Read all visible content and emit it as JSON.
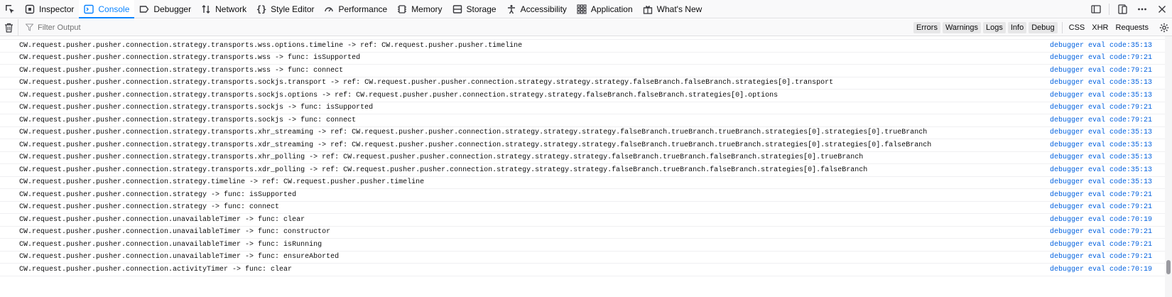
{
  "toolbar": {
    "tabs": [
      {
        "label": "Inspector",
        "icon": "inspector-icon"
      },
      {
        "label": "Console",
        "icon": "console-icon"
      },
      {
        "label": "Debugger",
        "icon": "debugger-icon"
      },
      {
        "label": "Network",
        "icon": "network-icon"
      },
      {
        "label": "Style Editor",
        "icon": "style-editor-icon"
      },
      {
        "label": "Performance",
        "icon": "performance-icon"
      },
      {
        "label": "Memory",
        "icon": "memory-icon"
      },
      {
        "label": "Storage",
        "icon": "storage-icon"
      },
      {
        "label": "Accessibility",
        "icon": "accessibility-icon"
      },
      {
        "label": "Application",
        "icon": "application-icon"
      },
      {
        "label": "What's New",
        "icon": "gift-icon"
      }
    ],
    "active_tab": "Console",
    "accent_color": "#0a84ff"
  },
  "filterbar": {
    "placeholder": "Filter Output",
    "levels": [
      "Errors",
      "Warnings",
      "Logs",
      "Info",
      "Debug"
    ],
    "types": [
      "CSS",
      "XHR",
      "Requests"
    ]
  },
  "console": {
    "rows": [
      {
        "msg": "CW.request.pusher.pusher.connection.strategy.transports.wss.options.timeline -> ref: CW.request.pusher.pusher.timeline",
        "loc": "debugger eval code:35:13"
      },
      {
        "msg": "CW.request.pusher.pusher.connection.strategy.transports.wss -> func: isSupported",
        "loc": "debugger eval code:79:21"
      },
      {
        "msg": "CW.request.pusher.pusher.connection.strategy.transports.wss -> func: connect",
        "loc": "debugger eval code:79:21"
      },
      {
        "msg": "CW.request.pusher.pusher.connection.strategy.transports.sockjs.transport -> ref: CW.request.pusher.pusher.connection.strategy.strategy.strategy.falseBranch.falseBranch.strategies[0].transport",
        "loc": "debugger eval code:35:13"
      },
      {
        "msg": "CW.request.pusher.pusher.connection.strategy.transports.sockjs.options -> ref: CW.request.pusher.pusher.connection.strategy.strategy.falseBranch.falseBranch.strategies[0].options",
        "loc": "debugger eval code:35:13"
      },
      {
        "msg": "CW.request.pusher.pusher.connection.strategy.transports.sockjs -> func: isSupported",
        "loc": "debugger eval code:79:21"
      },
      {
        "msg": "CW.request.pusher.pusher.connection.strategy.transports.sockjs -> func: connect",
        "loc": "debugger eval code:79:21"
      },
      {
        "msg": "CW.request.pusher.pusher.connection.strategy.transports.xhr_streaming -> ref: CW.request.pusher.pusher.connection.strategy.strategy.strategy.falseBranch.trueBranch.trueBranch.strategies[0].strategies[0].trueBranch",
        "loc": "debugger eval code:35:13"
      },
      {
        "msg": "CW.request.pusher.pusher.connection.strategy.transports.xdr_streaming -> ref: CW.request.pusher.pusher.connection.strategy.strategy.strategy.falseBranch.trueBranch.trueBranch.strategies[0].strategies[0].falseBranch",
        "loc": "debugger eval code:35:13"
      },
      {
        "msg": "CW.request.pusher.pusher.connection.strategy.transports.xhr_polling -> ref: CW.request.pusher.pusher.connection.strategy.strategy.strategy.falseBranch.trueBranch.falseBranch.strategies[0].trueBranch",
        "loc": "debugger eval code:35:13"
      },
      {
        "msg": "CW.request.pusher.pusher.connection.strategy.transports.xdr_polling -> ref: CW.request.pusher.pusher.connection.strategy.strategy.strategy.falseBranch.trueBranch.falseBranch.strategies[0].falseBranch",
        "loc": "debugger eval code:35:13"
      },
      {
        "msg": "CW.request.pusher.pusher.connection.strategy.timeline -> ref: CW.request.pusher.pusher.timeline",
        "loc": "debugger eval code:35:13"
      },
      {
        "msg": "CW.request.pusher.pusher.connection.strategy -> func: isSupported",
        "loc": "debugger eval code:79:21"
      },
      {
        "msg": "CW.request.pusher.pusher.connection.strategy -> func: connect",
        "loc": "debugger eval code:79:21"
      },
      {
        "msg": "CW.request.pusher.pusher.connection.unavailableTimer -> func: clear",
        "loc": "debugger eval code:70:19"
      },
      {
        "msg": "CW.request.pusher.pusher.connection.unavailableTimer -> func: constructor",
        "loc": "debugger eval code:79:21"
      },
      {
        "msg": "CW.request.pusher.pusher.connection.unavailableTimer -> func: isRunning",
        "loc": "debugger eval code:79:21"
      },
      {
        "msg": "CW.request.pusher.pusher.connection.unavailableTimer -> func: ensureAborted",
        "loc": "debugger eval code:79:21"
      },
      {
        "msg": "CW.request.pusher.pusher.connection.activityTimer -> func: clear",
        "loc": "debugger eval code:70:19"
      }
    ],
    "message_color": "#0c0c0d",
    "location_color": "#0060df"
  }
}
